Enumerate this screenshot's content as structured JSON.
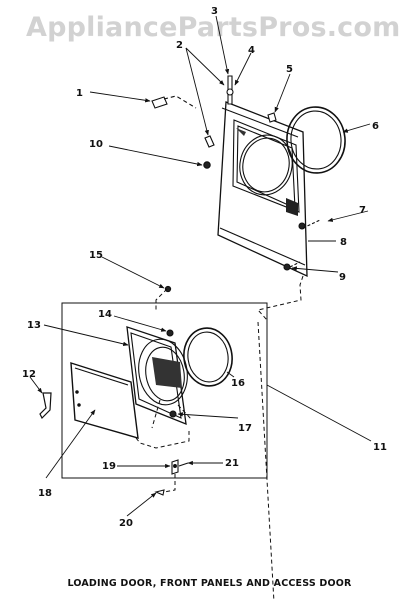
{
  "watermark": "AppliancePartsPros.com",
  "caption": "LOADING DOOR, FRONT PANELS AND ACCESS DOOR",
  "callouts": {
    "c1": "1",
    "c2": "2",
    "c3": "3",
    "c4": "4",
    "c5": "5",
    "c6": "6",
    "c7": "7",
    "c8": "8",
    "c9": "9",
    "c10": "10",
    "c11": "11",
    "c12": "12",
    "c13": "13",
    "c14": "14",
    "c15": "15",
    "c16": "16",
    "c17": "17",
    "c18": "18",
    "c19": "19",
    "c20": "20",
    "c21": "21"
  }
}
